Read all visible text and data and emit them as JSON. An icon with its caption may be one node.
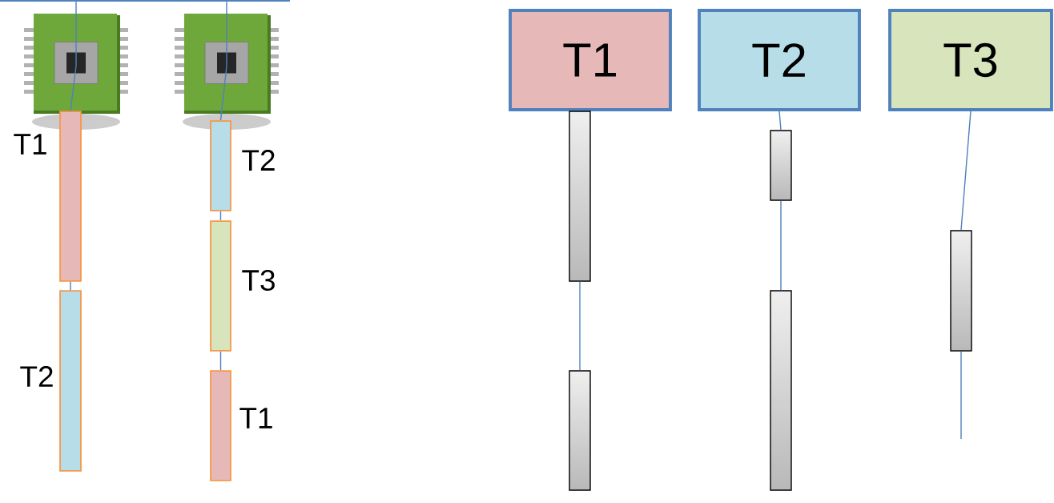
{
  "diagram": {
    "nodes": [
      {
        "text": [],
        "shape": "bar"
      },
      {
        "text": [],
        "shape": "picture"
      },
      {
        "text": [],
        "shape": "picture"
      },
      {
        "text": [],
        "shape": "bar",
        "beside": [
          "T1"
        ]
      },
      {
        "text": [],
        "shape": "bar",
        "beside": [
          "T2"
        ]
      },
      {
        "text": [],
        "shape": "bar",
        "beside": [
          "T2"
        ]
      },
      {
        "text": [],
        "shape": "bar",
        "beside": [
          "T3"
        ]
      },
      {
        "text": [],
        "shape": "bar",
        "beside": [
          "T1"
        ]
      },
      {
        "text": [
          "T1"
        ]
      },
      {
        "text": [
          "T2"
        ]
      },
      {
        "text": [
          "T3"
        ]
      },
      {
        "text": [],
        "shape": "bar"
      },
      {
        "text": [],
        "shape": "bar"
      },
      {
        "text": [],
        "shape": "bar"
      },
      {
        "text": [],
        "shape": "bar"
      },
      {
        "text": [],
        "shape": "bar"
      }
    ],
    "edges": [
      {
        "from": 0,
        "to": 1,
        "arrow": "none"
      },
      {
        "from": 0,
        "to": 2,
        "arrow": "none"
      },
      {
        "from": 1,
        "to": 3,
        "arrow": "none"
      },
      {
        "from": 3,
        "to": 4,
        "arrow": "none"
      },
      {
        "from": 2,
        "to": 5,
        "arrow": "none"
      },
      {
        "from": 5,
        "to": 6,
        "arrow": "none"
      },
      {
        "from": 6,
        "to": 7,
        "arrow": "none"
      },
      {
        "from": 11,
        "to": 12,
        "arrow": "none"
      },
      {
        "from": 9,
        "to": 13,
        "arrow": "none"
      },
      {
        "from": 13,
        "to": 14,
        "arrow": "none"
      },
      {
        "from": 10,
        "to": 15,
        "arrow": "none"
      },
      {
        "from": 15,
        "to": null,
        "arrow": "none"
      }
    ]
  }
}
